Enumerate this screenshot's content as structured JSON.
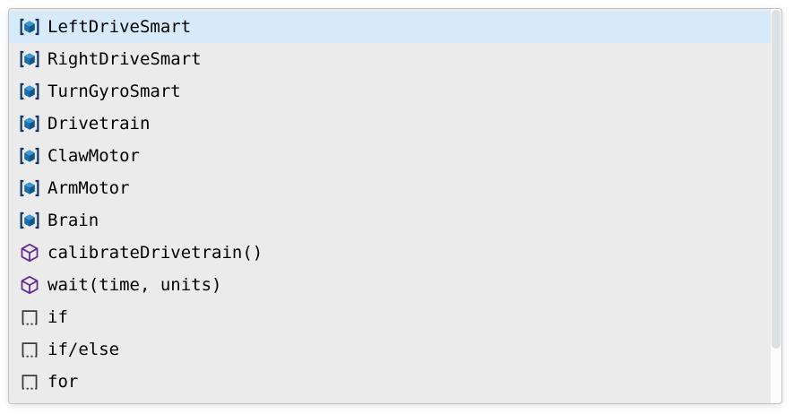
{
  "widget": {
    "name": "code-completion-popup",
    "items": [
      {
        "label": "LeftDriveSmart",
        "kind": "module-icon",
        "selected": true
      },
      {
        "label": "RightDriveSmart",
        "kind": "module-icon",
        "selected": false
      },
      {
        "label": "TurnGyroSmart",
        "kind": "module-icon",
        "selected": false
      },
      {
        "label": "Drivetrain",
        "kind": "module-icon",
        "selected": false
      },
      {
        "label": "ClawMotor",
        "kind": "module-icon",
        "selected": false
      },
      {
        "label": "ArmMotor",
        "kind": "module-icon",
        "selected": false
      },
      {
        "label": "Brain",
        "kind": "module-icon",
        "selected": false
      },
      {
        "label": "calibrateDrivetrain()",
        "kind": "method-icon",
        "selected": false
      },
      {
        "label": "wait(time, units)",
        "kind": "method-icon",
        "selected": false
      },
      {
        "label": "if",
        "kind": "snippet-icon",
        "selected": false
      },
      {
        "label": "if/else",
        "kind": "snippet-icon",
        "selected": false
      },
      {
        "label": "for",
        "kind": "snippet-icon",
        "selected": false
      }
    ],
    "colors": {
      "panel_bg": "#ebebeb",
      "selected_bg": "#d6eaf9",
      "text": "#000000",
      "module_icon_blue": "#1a6fae",
      "module_icon_bracket": "#13325f",
      "method_icon_purple": "#652d90",
      "snippet_icon_gray": "#3b3b3b",
      "border": "#c3c3c3"
    }
  }
}
